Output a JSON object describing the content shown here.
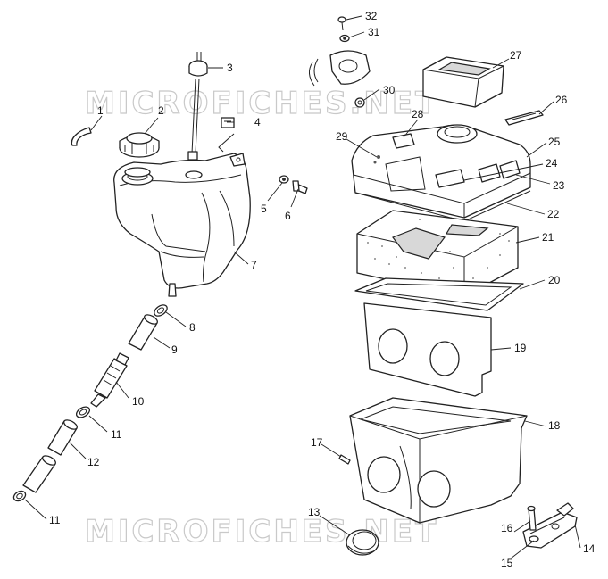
{
  "watermark": "MICROFICHES.NET",
  "callouts": {
    "c1": "1",
    "c2": "2",
    "c3": "3",
    "c4": "4",
    "c5": "5",
    "c6": "6",
    "c7": "7",
    "c8": "8",
    "c9": "9",
    "c10": "10",
    "c11a": "11",
    "c11b": "11",
    "c12": "12",
    "c13": "13",
    "c14": "14",
    "c15": "15",
    "c16": "16",
    "c17": "17",
    "c18": "18",
    "c19": "19",
    "c20": "20",
    "c21": "21",
    "c22": "22",
    "c23": "23",
    "c24": "24",
    "c25": "25",
    "c26": "26",
    "c27": "27",
    "c28": "28",
    "c29": "29",
    "c30": "30",
    "c31": "31",
    "c32": "32"
  }
}
